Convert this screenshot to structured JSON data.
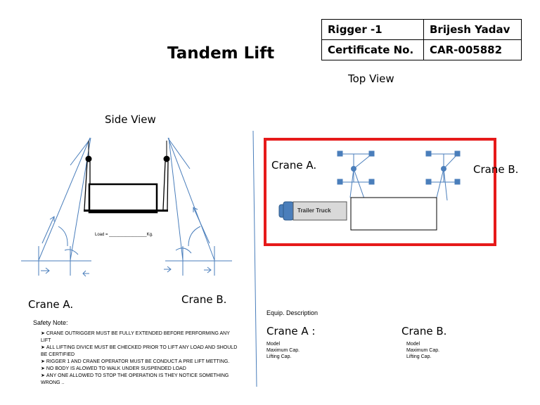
{
  "table": {
    "rigger_label": "Rigger -1",
    "rigger_name": "Brijesh Yadav",
    "certificate_label": "Certificate No.",
    "certificate_no": "CAR-005882"
  },
  "title": "Tandem Lift",
  "top_view_label": "Top View",
  "side_view_label": "Side View",
  "load_text": "Load = ________________Kg.",
  "side": {
    "crane_a": "Crane A.",
    "crane_b": "Crane B."
  },
  "top": {
    "crane_a": "Crane A.",
    "crane_b": "Crane B.",
    "trailer": "Trailer Truck"
  },
  "safety": {
    "title": "Safety Note:",
    "items": [
      "CRANE OUTRIGGER MUST BE FULLY EXTENDED BEFORE PERFORMING ANY LIFT",
      "ALL LIFTING DIVICE MUST BE CHECKED PRIOR TO LIFT ANY LOAD AND SHOULD BE CERTIFIED",
      "RIGGER 1 AND CRANE OPERATOR MUST BE CONDUCT A PRE LIFT METTING.",
      "NO BODY IS ALOWED TO WALK UNDER SUSPENDED LOAD",
      "ANY ONE ALLOWED TO STOP THE OPERATION IS THEY NOTICE SOMETHING WRONG .."
    ]
  },
  "equip": {
    "title": "Equip. Description",
    "crane_a_title": "Crane A :",
    "crane_b_title": "Crane B.",
    "model": "Model",
    "max_cap": "Maximum Cap.",
    "lifting_cap": "Lifting Cap."
  },
  "colors": {
    "line": "#4a7ebb",
    "highlight": "#e61a1a",
    "truck": "#4a7ebb",
    "trailer_fill": "#d9d9d9"
  }
}
